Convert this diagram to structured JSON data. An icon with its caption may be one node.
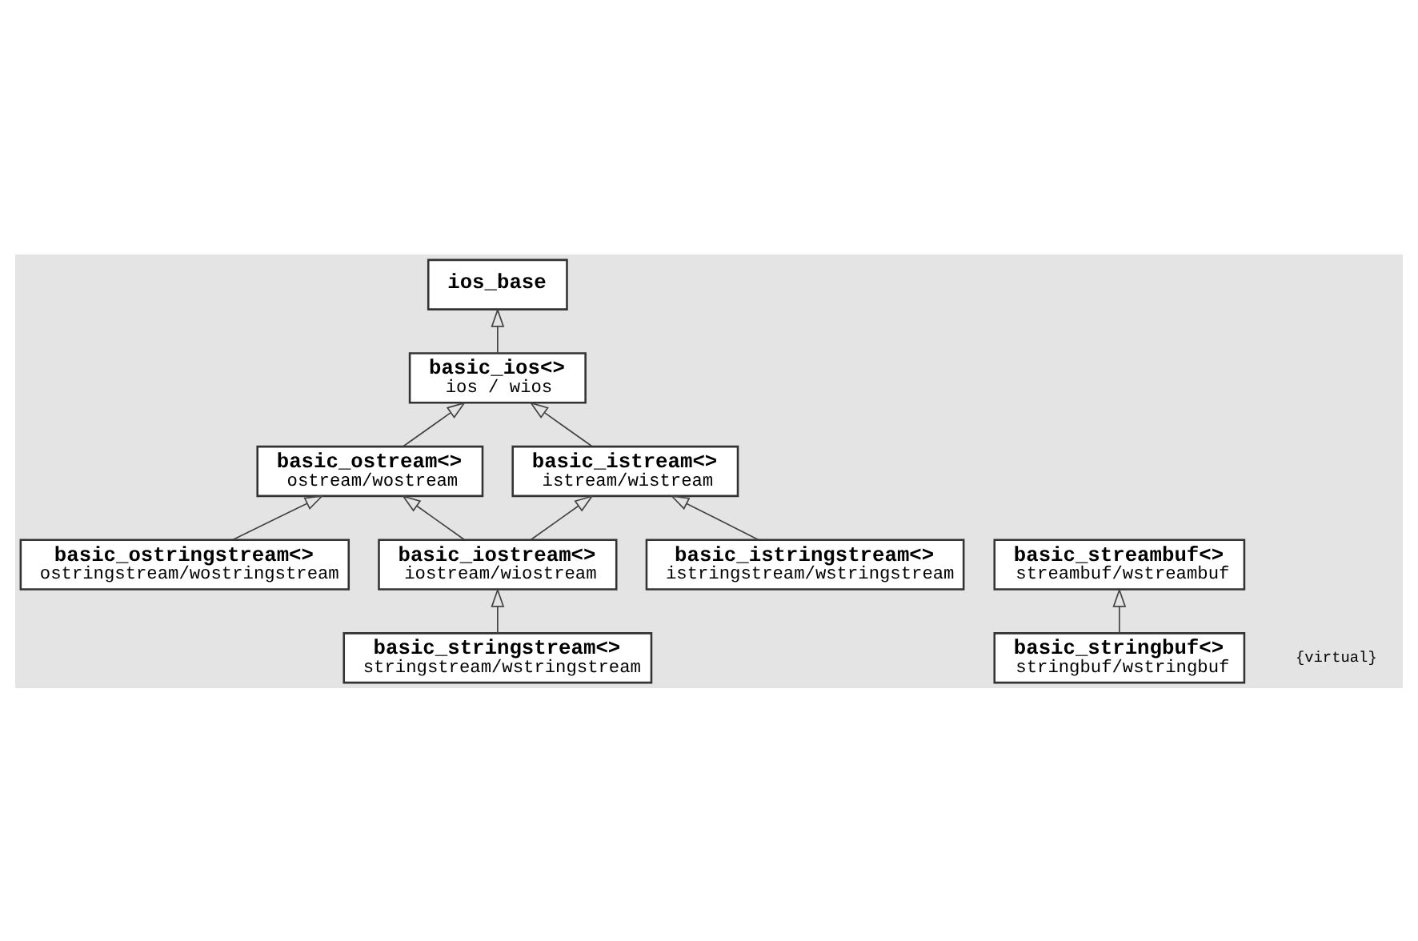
{
  "diagram": {
    "nodes": [
      {
        "text": [
          "ios_base"
        ]
      },
      {
        "text": [
          "basic_ios<>",
          "ios / wios"
        ]
      },
      {
        "text": [
          "basic_streambuf<>",
          "streambuf/wstreambuf"
        ]
      },
      {
        "text": [
          "basic_stringbuf<>",
          "stringbuf/wstringbuf"
        ]
      },
      {
        "text": [
          "basic_istream<>",
          "istream/wistream"
        ]
      },
      {
        "text": [
          "basic_ostream<>",
          "ostream/wostream"
        ]
      },
      {
        "text": [
          "basic_iostream<>",
          "iostream/wiostream"
        ]
      },
      {
        "text": [
          "basic_istringstream<>",
          "istringstream/wstringstream"
        ]
      },
      {
        "text": [
          "basic_ostringstream<>",
          "ostringstream/wostringstream"
        ]
      },
      {
        "text": [
          "basic_stringstream<>",
          "stringstream/wstringstream"
        ]
      }
    ],
    "edges": [
      {
        "from": 1,
        "to": 0,
        "arrow": "to"
      },
      {
        "from": 3,
        "to": 2,
        "arrow": "to"
      },
      {
        "from": 4,
        "to": 1,
        "arrow": "to"
      },
      {
        "from": 5,
        "to": 1,
        "arrow": "to"
      },
      {
        "from": 6,
        "to": 4,
        "arrow": "to"
      },
      {
        "from": 6,
        "to": 5,
        "arrow": "to"
      },
      {
        "from": 7,
        "to": 4,
        "arrow": "to"
      },
      {
        "from": 8,
        "to": 5,
        "arrow": "to"
      },
      {
        "from": 9,
        "to": 6,
        "arrow": "to"
      }
    ],
    "labels": [
      "{virtual}"
    ]
  }
}
